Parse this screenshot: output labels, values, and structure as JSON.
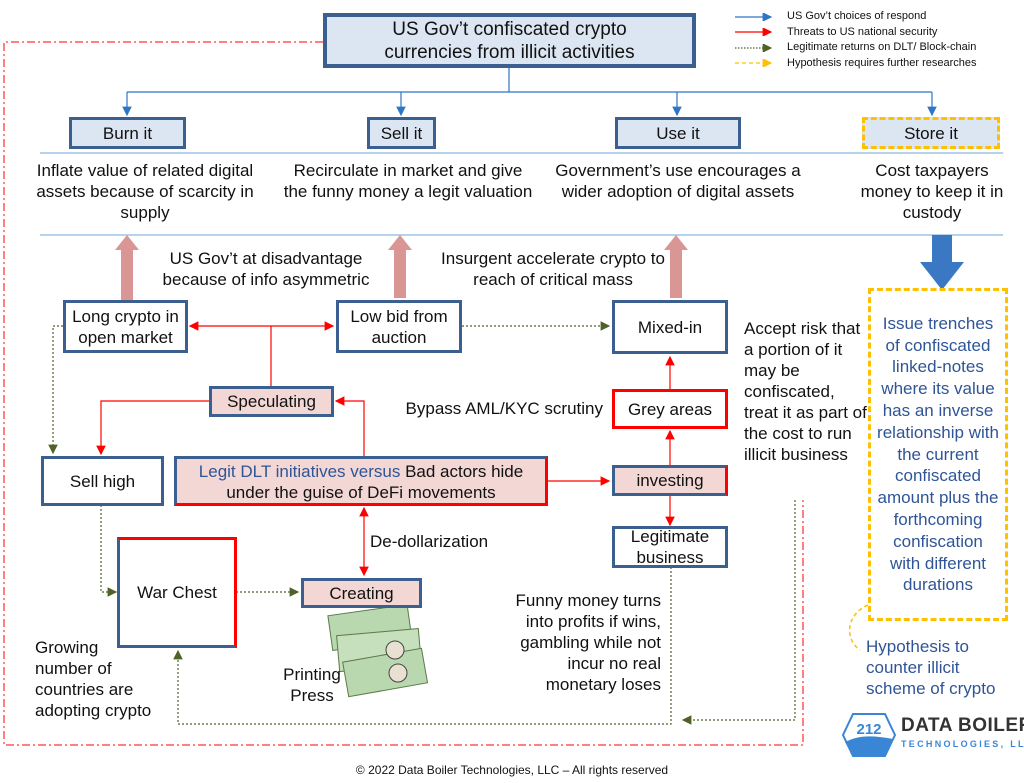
{
  "title": "US Gov’t confiscated crypto currencies from illicit activities",
  "legend": [
    {
      "label": "US Gov’t choices of respond",
      "color": "#2e75c6",
      "style": "solid"
    },
    {
      "label": "Threats to US national security",
      "color": "#ff0000",
      "style": "solid"
    },
    {
      "label": "Legitimate returns on DLT/ Block-chain",
      "color": "#4f6228",
      "style": "dotted"
    },
    {
      "label": "Hypothesis requires further researches",
      "color": "#ffc000",
      "style": "dashed"
    }
  ],
  "choices": [
    {
      "label": "Burn it",
      "outcome": "Inflate value of related digital assets because of scarcity in supply"
    },
    {
      "label": "Sell it",
      "outcome": "Recirculate in market and give the funny money a legit valuation"
    },
    {
      "label": "Use it",
      "outcome": "Government’s use encourages a wider adoption of digital assets"
    },
    {
      "label": "Store it",
      "outcome": "Cost taxpayers money to keep it in custody"
    }
  ],
  "nodes": {
    "long_crypto": "Long crypto in open market",
    "low_bid": "Low bid from auction",
    "mixed_in": "Mixed-in",
    "speculating": "Speculating",
    "grey_areas": "Grey areas",
    "sell_high": "Sell high",
    "legit_blue": "Legit DLT initiatives versus",
    "legit_black": " Bad actors hide under the guise of DeFi movements",
    "investing": "investing",
    "legit_business": "Legitimate business",
    "war_chest": "War Chest",
    "creating": "Creating"
  },
  "annotations": {
    "disadvantage": "US Gov’t at disadvantage because of info asymmetric",
    "insurgent": "Insurgent accelerate crypto to reach of critical mass",
    "bypass": "Bypass AML/KYC scrutiny",
    "accept_risk": "Accept risk that a portion of it may be confiscated, treat it as part of the cost to run illicit business",
    "de_dollarization": "De-dollarization",
    "funny_money": "Funny money turns into profits if wins, gambling while not incur no real monetary loses",
    "growing": "Growing number of countries are adopting crypto",
    "printing_press": "Printing Press"
  },
  "hypothesis": {
    "proposal": "Issue trenches of confiscated linked-notes where its value has an inverse relationship with the current confiscated amount plus the forthcoming confiscation with different durations",
    "caption": "Hypothesis to counter illicit scheme of crypto"
  },
  "logo": {
    "number": "212",
    "name": "DATA BOILER",
    "sub": "TECHNOLOGIES, LLC"
  },
  "footer": "© 2022 Data Boiler Technologies, LLC – All rights reserved",
  "colors": {
    "blue_border": "#3b5f8f",
    "red": "#ff0000",
    "pink_fill": "#f2d7d5",
    "light_blue_fill": "#dce6f2",
    "green": "#4f6228",
    "yellow": "#ffc000",
    "pink_arrow": "#d99694",
    "blue_arrow": "#3a78c3"
  }
}
